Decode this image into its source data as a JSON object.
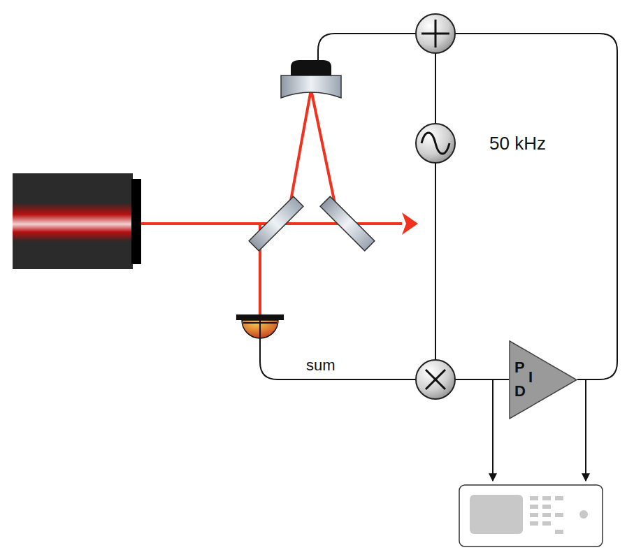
{
  "diagram": {
    "nodes": [
      {
        "text": [
          "P",
          "I",
          "D"
        ]
      }
    ],
    "labels": [
      "50 kHz",
      "sum"
    ]
  }
}
